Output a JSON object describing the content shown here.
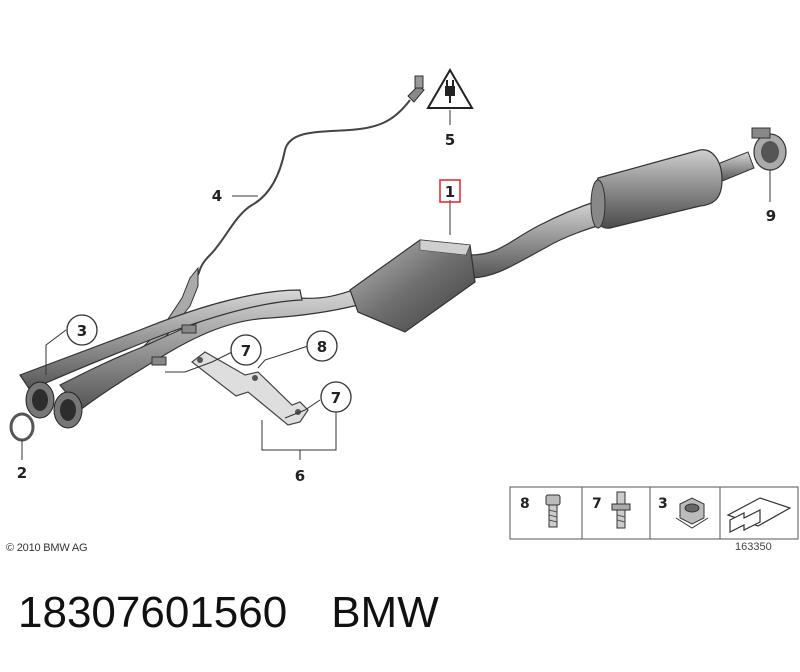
{
  "diagram": {
    "callouts": {
      "c1": "1",
      "c2": "2",
      "c3": "3",
      "c4": "4",
      "c5": "5",
      "c6": "6",
      "c7a": "7",
      "c7b": "7",
      "c8": "8",
      "c9": "9"
    },
    "legend": {
      "item8": "8",
      "item7": "7",
      "item3": "3"
    },
    "copyright": "© 2010 BMW AG",
    "reference_code": "163350",
    "colors": {
      "line": "#333333",
      "highlight": "#e0303a",
      "metal": "#9a9a9a"
    }
  },
  "caption": {
    "part_number": "18307601560",
    "brand": "BMW"
  }
}
